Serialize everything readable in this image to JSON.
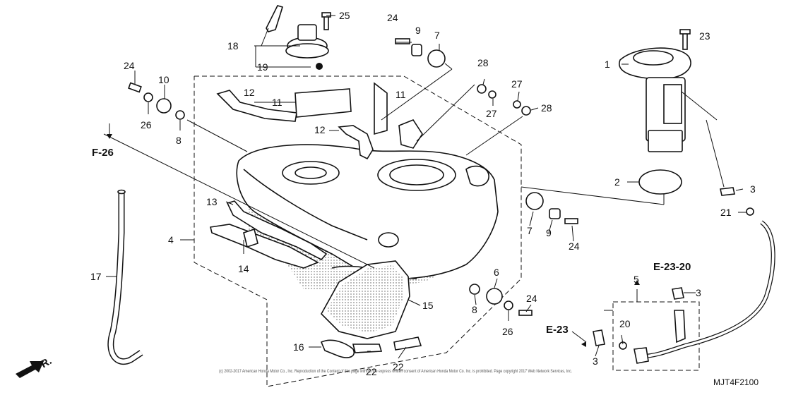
{
  "diagram": {
    "code": "MJT4F2100",
    "front_label": "FR.",
    "copyright": "(c) 2002-2017 American Honda Motor Co., Inc. Reproduction of the Content of this page without the express written consent of American Honda Motor Co. Inc. is prohibited. Page copyright 2017 Web Network Services, Inc.",
    "section_refs": {
      "f26": "F-26",
      "e23_20": "E-23-20",
      "e23": "E-23"
    },
    "callouts": {
      "c1": "1",
      "c2": "2",
      "c3a": "3",
      "c3b": "3",
      "c3c": "3",
      "c4": "4",
      "c5": "5",
      "c6": "6",
      "c7a": "7",
      "c7b": "7",
      "c8a": "8",
      "c8b": "8",
      "c9a": "9",
      "c9b": "9",
      "c10": "10",
      "c11a": "11",
      "c11b": "11",
      "c12a": "12",
      "c12b": "12",
      "c13": "13",
      "c14": "14",
      "c15": "15",
      "c16": "16",
      "c17": "17",
      "c18": "18",
      "c19": "19",
      "c20": "20",
      "c21": "21",
      "c22a": "22",
      "c22b": "22",
      "c23": "23",
      "c24a": "24",
      "c24b": "24",
      "c24c": "24",
      "c24d": "24",
      "c25": "25",
      "c26a": "26",
      "c26b": "26",
      "c27a": "27",
      "c27b": "27",
      "c28a": "28",
      "c28b": "28"
    }
  }
}
